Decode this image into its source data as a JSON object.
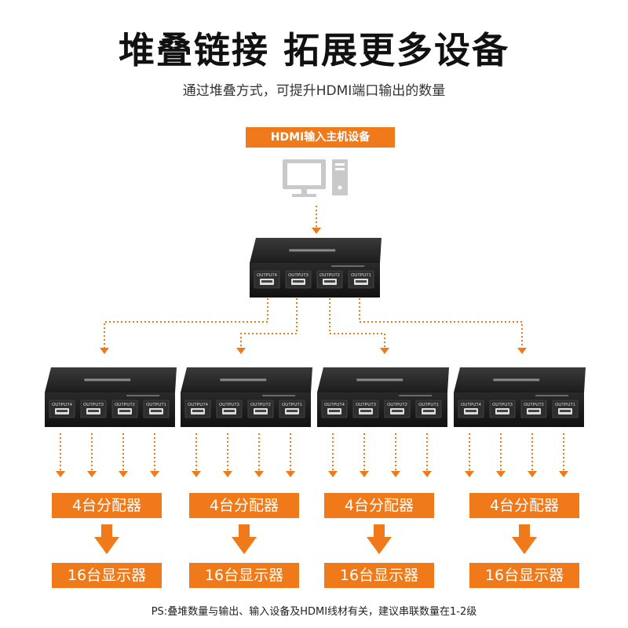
{
  "header": {
    "title": "堆叠链接 拓展更多设备",
    "subtitle": "通过堆叠方式，可提升HDMI端口输出的数量"
  },
  "host": {
    "label": "HDMI输入主机设备",
    "icon": "desktop-computer-icon"
  },
  "splitter": {
    "ports": [
      "OUTPUT4",
      "OUTPUT3",
      "OUTPUT2",
      "OUTPUT1"
    ]
  },
  "groups": [
    {
      "splitter_label": "4台分配器",
      "display_label": "16台显示器"
    },
    {
      "splitter_label": "4台分配器",
      "display_label": "16台显示器"
    },
    {
      "splitter_label": "4台分配器",
      "display_label": "16台显示器"
    },
    {
      "splitter_label": "4台分配器",
      "display_label": "16台显示器"
    }
  ],
  "footer": {
    "note": "PS:叠堆数量与输出、输入设备及HDMI线材有关，建议串联数量在1-2级"
  },
  "colors": {
    "accent": "#f07a1a",
    "device_body": "#1f1f1f",
    "connector": "#dddddd"
  }
}
